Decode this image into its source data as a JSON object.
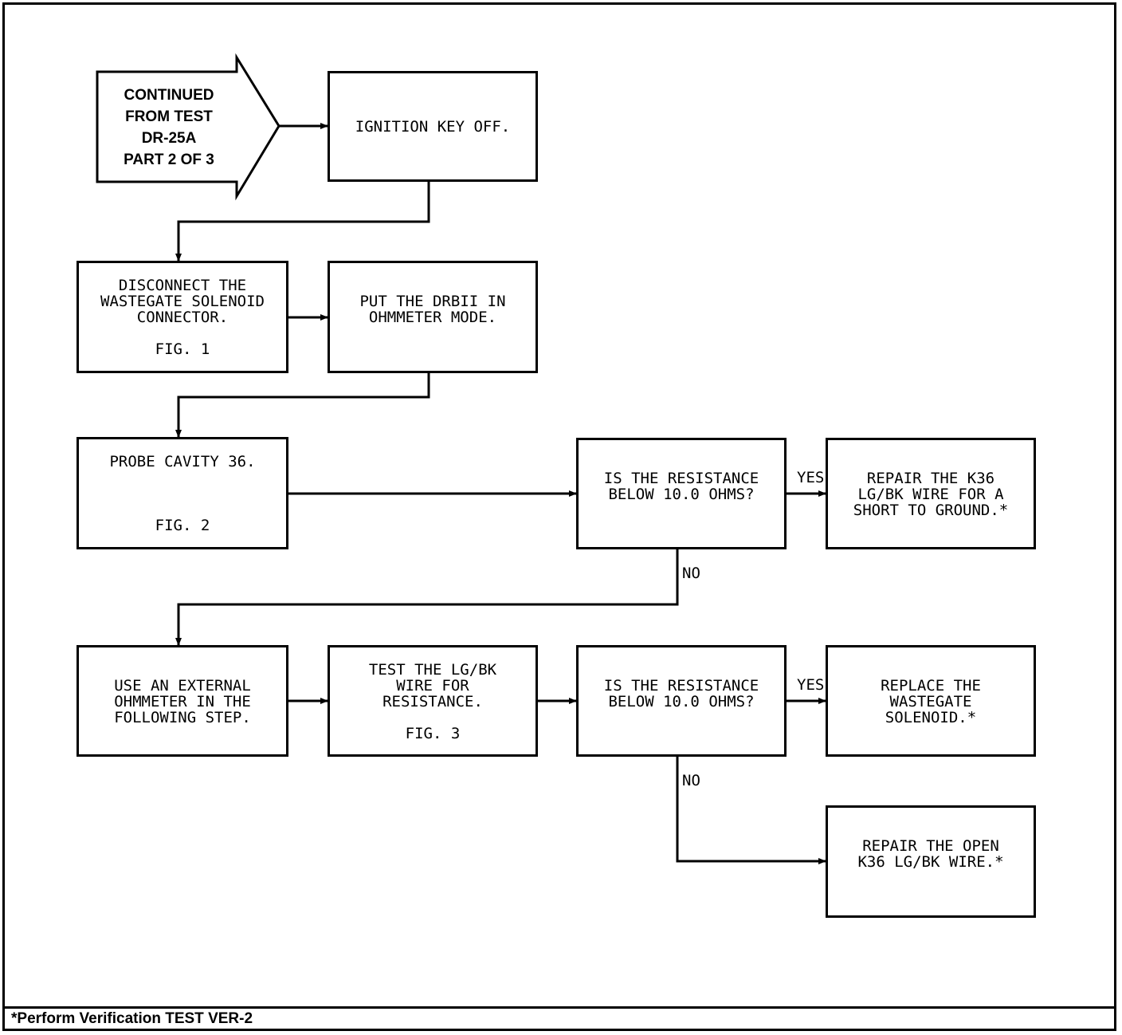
{
  "start": {
    "lines": [
      "CONTINUED",
      "FROM TEST",
      "DR-25A",
      "PART 2 OF 3"
    ]
  },
  "boxes": {
    "ignition": "IGNITION KEY OFF.",
    "disconnect": "DISCONNECT THE\nWASTEGATE SOLENOID\nCONNECTOR.",
    "disconnect_fig": "FIG. 1",
    "ohmmeter_mode": "PUT THE DRBII IN\nOHMMETER MODE.",
    "probe": "PROBE CAVITY 36.",
    "probe_fig": "FIG. 2",
    "question1": "IS THE RESISTANCE\nBELOW 10.0 OHMS?",
    "repair_short": "REPAIR THE K36\nLG/BK WIRE FOR A\nSHORT TO GROUND.*",
    "external": "USE AN EXTERNAL\nOHMMETER IN THE\nFOLLOWING STEP.",
    "test_wire": "TEST THE LG/BK\nWIRE FOR\nRESISTANCE.",
    "test_wire_fig": "FIG. 3",
    "question2": "IS THE RESISTANCE\nBELOW 10.0 OHMS?",
    "replace": "REPLACE THE\nWASTEGATE\nSOLENOID.*",
    "repair_open": "REPAIR THE OPEN\nK36 LG/BK WIRE.*"
  },
  "labels": {
    "yes1": "YES",
    "no1": "NO",
    "yes2": "YES",
    "no2": "NO"
  },
  "footnote": "*Perform Verification TEST VER-2"
}
